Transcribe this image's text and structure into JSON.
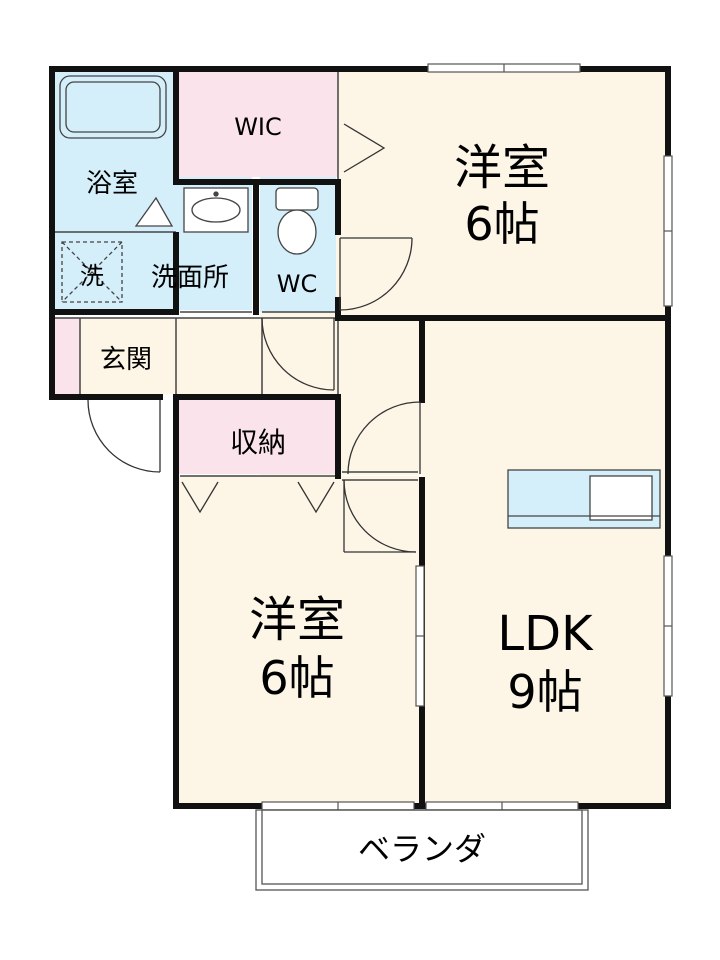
{
  "rooms": {
    "bedroom_top": {
      "name": "洋室",
      "size": "6帖"
    },
    "bedroom_bottom": {
      "name": "洋室",
      "size": "6帖"
    },
    "ldk": {
      "name": "LDK",
      "size": "9帖"
    },
    "wic": "WIC",
    "bath": "浴室",
    "washroom": "洗面所",
    "washer": "洗",
    "wc": "WC",
    "entrance": "玄関",
    "storage": "収納",
    "veranda": "ベランダ"
  },
  "colors": {
    "wall": "#111111",
    "western_room": "#fdf6e6",
    "wet_area": "#d4eefa",
    "closet": "#fbe3ec",
    "entrance": "#fdf6e6",
    "fixture_line": "#444444"
  }
}
